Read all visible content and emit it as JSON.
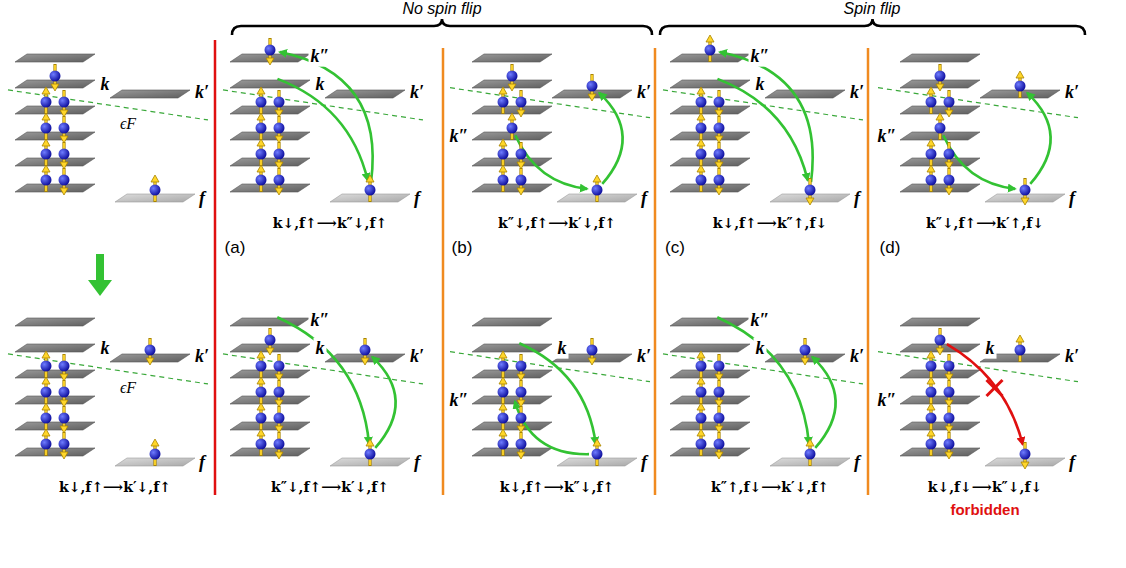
{
  "diagram": {
    "labels": [
      "No spin flip",
      "Spin flip",
      "k",
      "ϵF",
      "k′",
      "f",
      "k″",
      "k",
      "k′",
      "f",
      "k″",
      "k′",
      "f",
      "k″",
      "k",
      "k′",
      "f",
      "k″",
      "k′",
      "f",
      "k↓,f↑⟶k″↓,f↑",
      "k″↓,f↑⟶k′↓,f↑",
      "k↓,f↑⟶k″↑,f↓",
      "k″↓,f↑⟶k′↑,f↓",
      "(a)",
      "(b)",
      "(c)",
      "(d)",
      "k",
      "k′",
      "ϵF",
      "f",
      "k″",
      "k",
      "k′",
      "f",
      "k",
      "k′",
      "k″",
      "f",
      "k″",
      "k",
      "k′",
      "f",
      "k",
      "k′",
      "k″",
      "f",
      "k↓,f↑⟶k′↓,f↑",
      "k″↓,f↑⟶k′↓,f↑",
      "k↓,f↑⟶k″↓,f↑",
      "k″↑,f↓⟶k′↓,f↑",
      "k↓,f↓⟶k″↓,f↓",
      "forbidden"
    ]
  }
}
